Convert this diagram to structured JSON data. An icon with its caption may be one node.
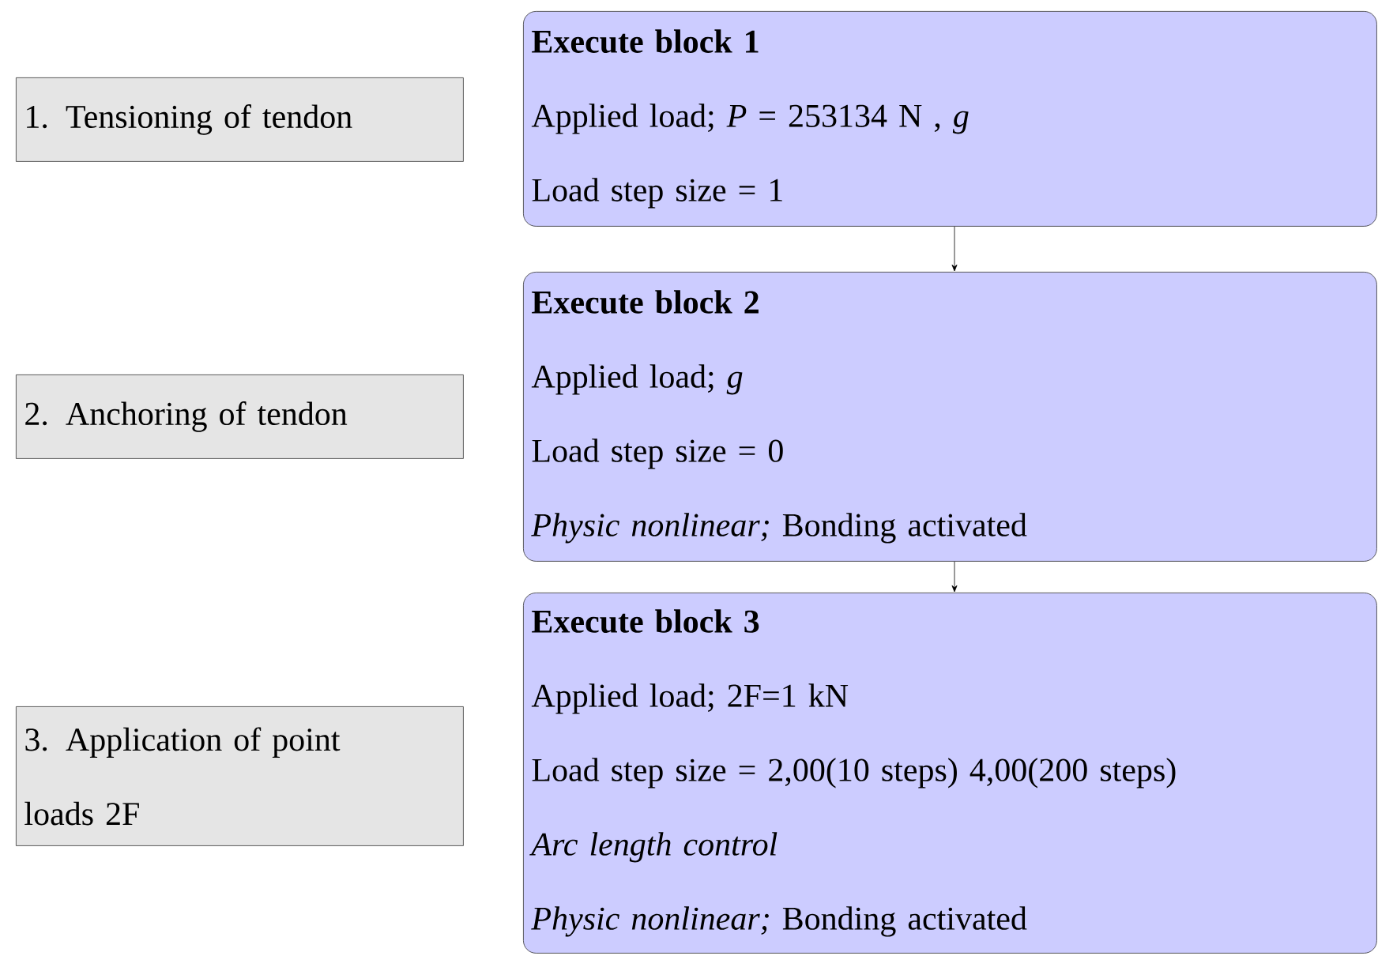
{
  "diagram": {
    "nodes": [
      {
        "text": [
          "1. Tensioning of tendon"
        ]
      },
      {
        "text": [
          "2. Anchoring of tendon"
        ]
      },
      {
        "text": [
          "3. Application of point loads 2F"
        ]
      },
      {
        "text": [
          "Execute block 1",
          "Applied load; *P* = 253134 N , *g*",
          "Load step size = 1"
        ]
      },
      {
        "text": [
          "Execute block 2",
          "Applied load; *g*",
          "Load step size = 0",
          "*Physic nonlinear;* Bonding activated"
        ]
      },
      {
        "text": [
          "Execute block 3",
          "Applied load; 2F=1 kN",
          "Load step size = 2,00(10 steps) 4,00(200 steps)",
          "*Arc length control*",
          "*Physic nonlinear;* Bonding activated"
        ]
      }
    ],
    "edges": [
      {
        "from": 3,
        "to": 4,
        "arrow": "to"
      },
      {
        "from": 4,
        "to": 5,
        "arrow": "to"
      }
    ]
  }
}
